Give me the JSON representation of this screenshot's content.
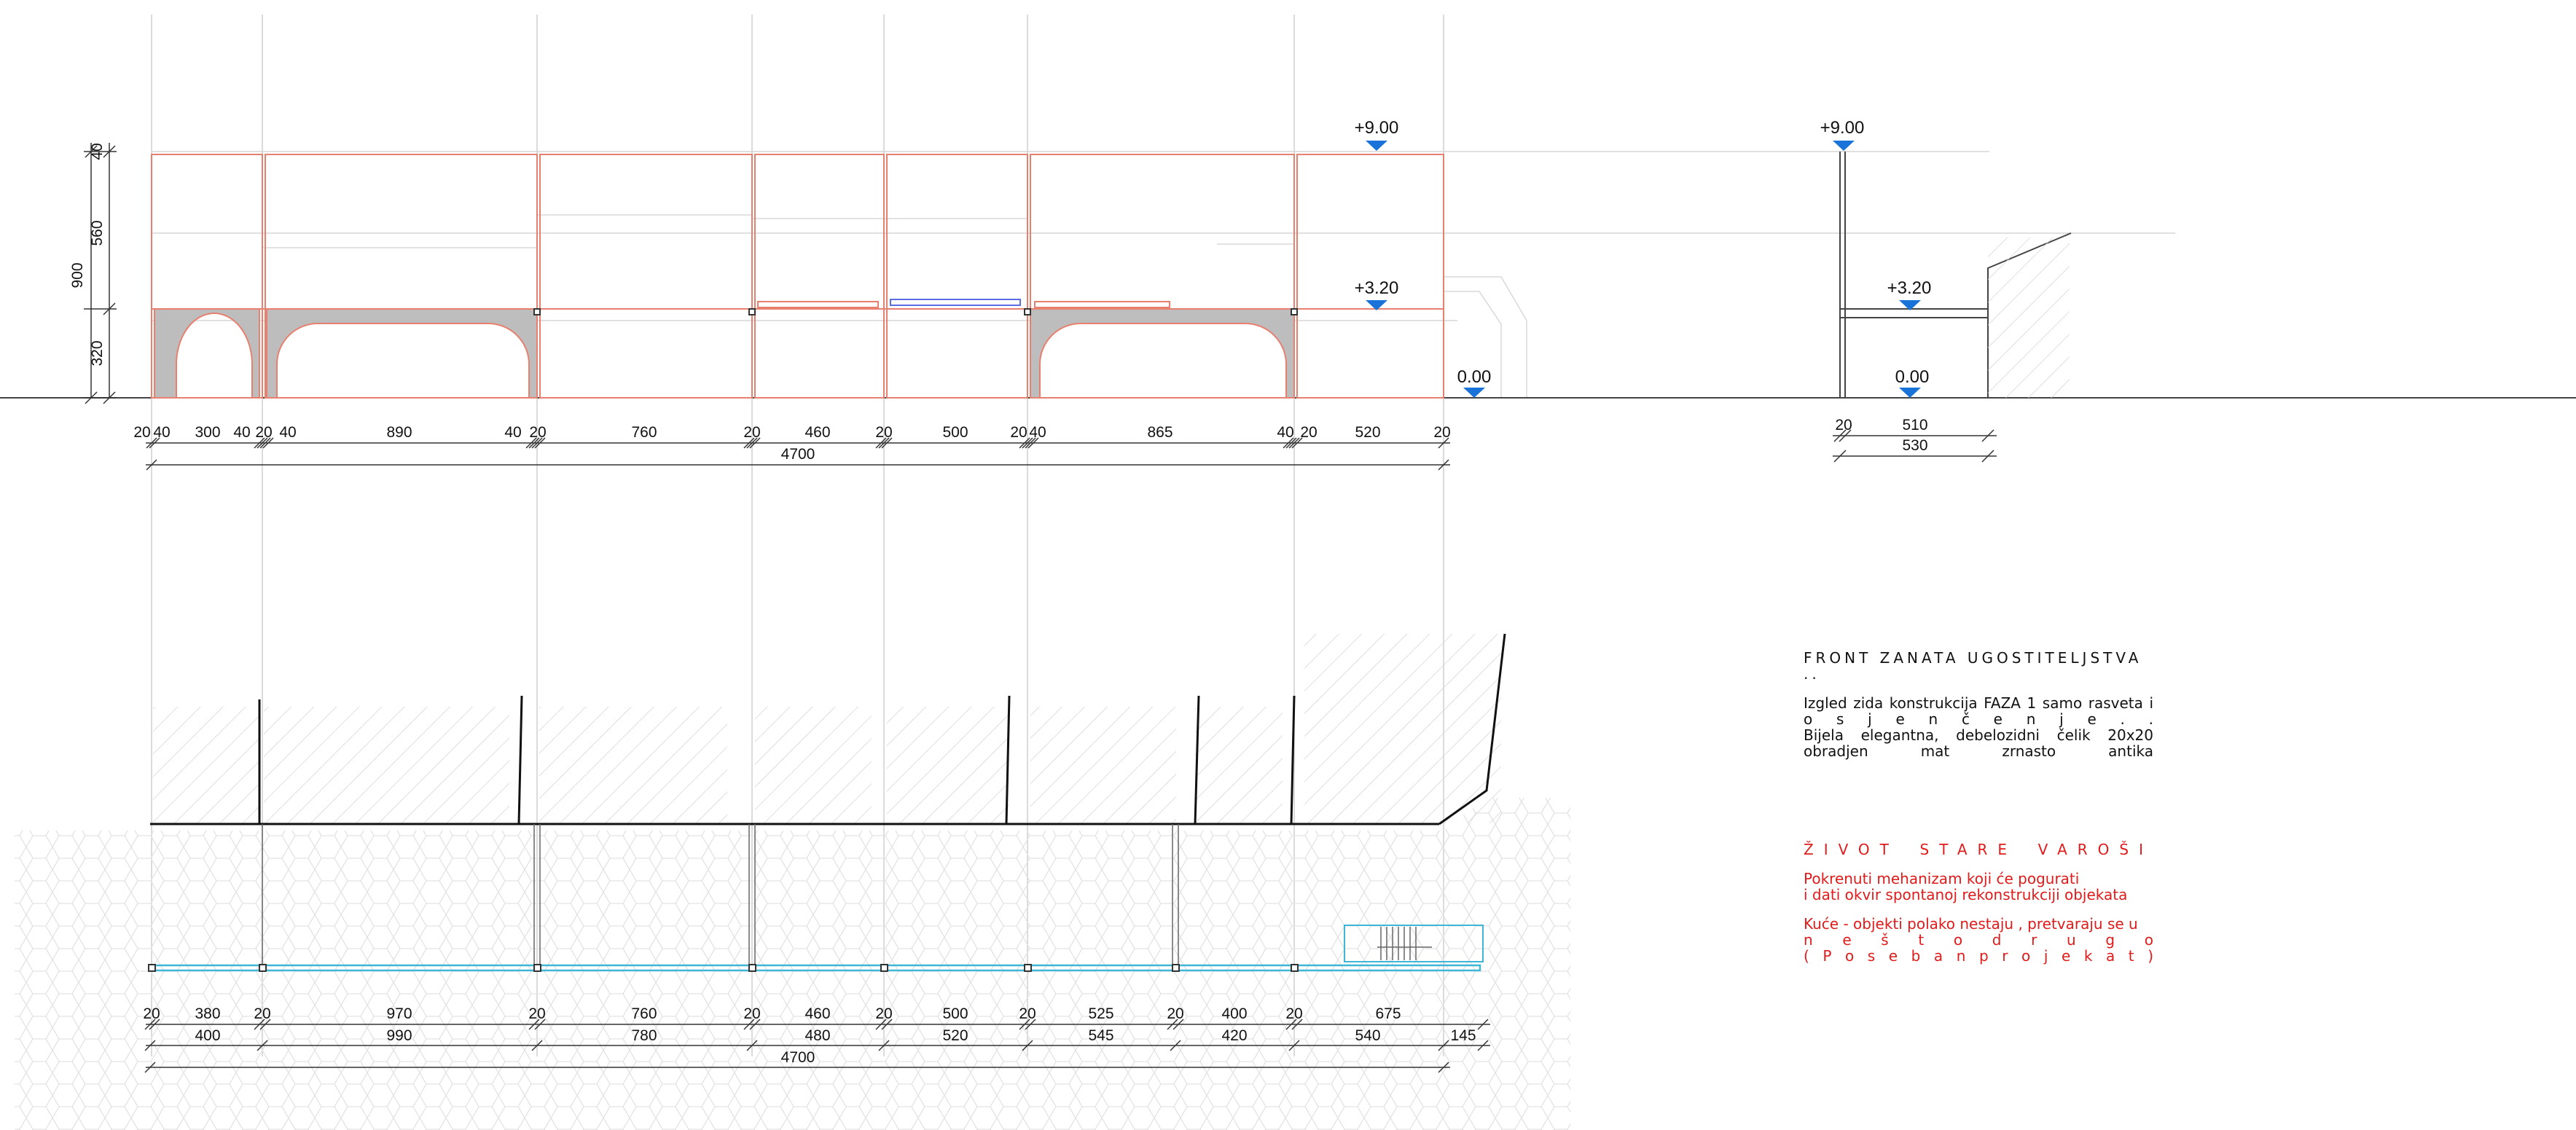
{
  "elevation_top": {
    "levels": [
      "+9.00",
      "+3.20",
      "0.00"
    ],
    "vertical_dims": [
      "900",
      "560",
      "320"
    ],
    "segment_dims": [
      "20",
      "40",
      "300",
      "40",
      "20",
      "40",
      "890",
      "40",
      "20",
      "760",
      "20",
      "460",
      "20",
      "500",
      "20",
      "40",
      "865",
      "40",
      "20",
      "520",
      "20"
    ],
    "total": "4700"
  },
  "section_right": {
    "levels": [
      "+9.00",
      "+3.20",
      "0.00"
    ],
    "dims": [
      "20",
      "510",
      "530"
    ]
  },
  "plan_bottom": {
    "row1": [
      "20",
      "380",
      "20",
      "970",
      "20",
      "760",
      "20",
      "460",
      "20",
      "500",
      "20",
      "525",
      "20",
      "400",
      "20",
      "675"
    ],
    "row2": [
      "400",
      "990",
      "780",
      "480",
      "520",
      "545",
      "420",
      "540",
      "145"
    ],
    "total": "4700"
  },
  "notes": {
    "title": "FRONT ZANATA UGOSTITELJSTVA ..",
    "lines": [
      "Izgled zida konstrukcija FAZA 1 samo rasveta i",
      "o s j e n č e n j e . .",
      "Bijela elegantna, debelozidni čelik 20x20",
      "obradjen mat zrnasto antika"
    ]
  },
  "manifesto": {
    "title": "ŽIVOT STARE VAROŠI",
    "p1": [
      "Pokrenuti mehanizam koji će pogurati",
      "i dati okvir spontanoj rekonstrukciji objekata"
    ],
    "p2": [
      "Kuće - objekti polako nestaju , pretvaraju se u",
      "n e š t o   d r u g o",
      "( P o s e b a n   p r o j e k a t )"
    ]
  },
  "colors": {
    "frame": "#e88070",
    "arch_fill": "#bdbdbd",
    "level_marker": "#1a73d9",
    "beam_blue": "#3fb6d6",
    "accent_red": "#e01b1b"
  }
}
